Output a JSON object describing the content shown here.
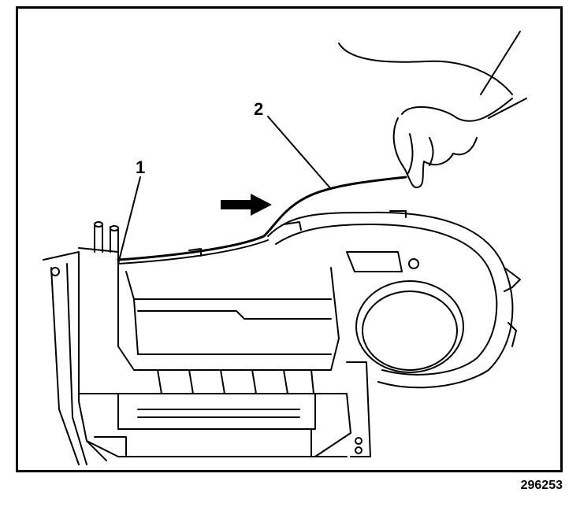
{
  "figure": {
    "callouts": [
      {
        "id": "1",
        "label": "1"
      },
      {
        "id": "2",
        "label": "2"
      }
    ],
    "figure_number": "296253",
    "line_color": "#000000",
    "background": "#ffffff"
  }
}
